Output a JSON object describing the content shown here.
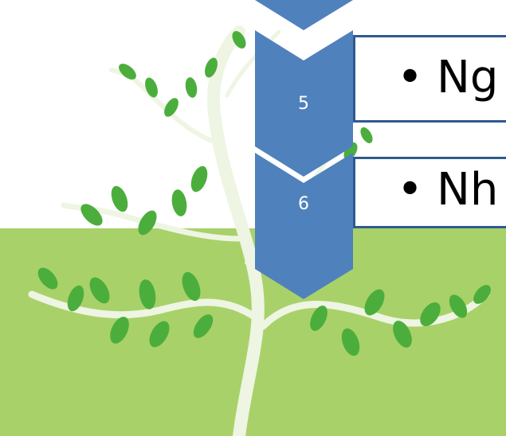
{
  "colors": {
    "chevron_fill": "#4f81bd",
    "callout_border": "#2f5a91",
    "ground": "#a9d169",
    "leaf": "#4bae3c",
    "stem": "#e9f2dd"
  },
  "icons": [
    "plant-illustration",
    "chevron-step"
  ],
  "steps": [
    {
      "number": "5",
      "text": "Ng"
    },
    {
      "number": "6",
      "text": "Nh"
    }
  ]
}
